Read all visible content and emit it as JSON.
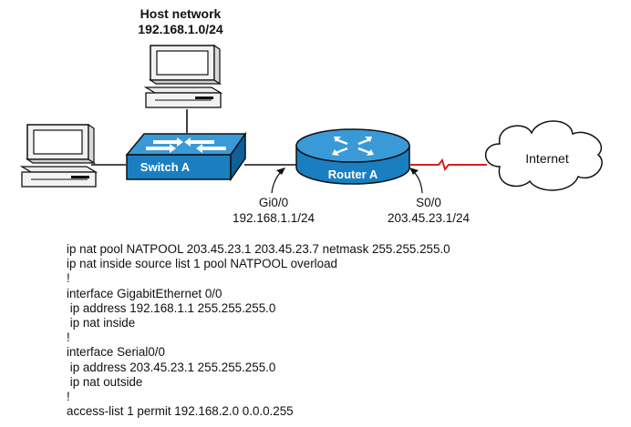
{
  "host_network": {
    "title": "Host network",
    "subnet": "192.168.1.0/24"
  },
  "devices": {
    "switch_label": "Switch A",
    "router_label": "Router A",
    "cloud_label": "Internet"
  },
  "interfaces": {
    "inside": {
      "name": "Gi0/0",
      "address": "192.168.1.1/24"
    },
    "outside": {
      "name": "S0/0",
      "address": "203.45.23.1/24"
    }
  },
  "colors": {
    "switch_blue": "#1a7fc1",
    "router_blue": "#1a7fc1",
    "serial_link": "#d22020"
  },
  "config_lines": [
    "ip nat pool NATPOOL 203.45.23.1 203.45.23.7 netmask 255.255.255.0",
    "ip nat inside source list 1 pool NATPOOL overload",
    "!",
    "interface GigabitEthernet 0/0",
    " ip address 192.168.1.1 255.255.255.0",
    " ip nat inside",
    "!",
    "interface Serial0/0",
    " ip address 203.45.23.1 255.255.255.0",
    " ip nat outside",
    "!",
    "access-list 1 permit 192.168.2.0 0.0.0.255"
  ]
}
